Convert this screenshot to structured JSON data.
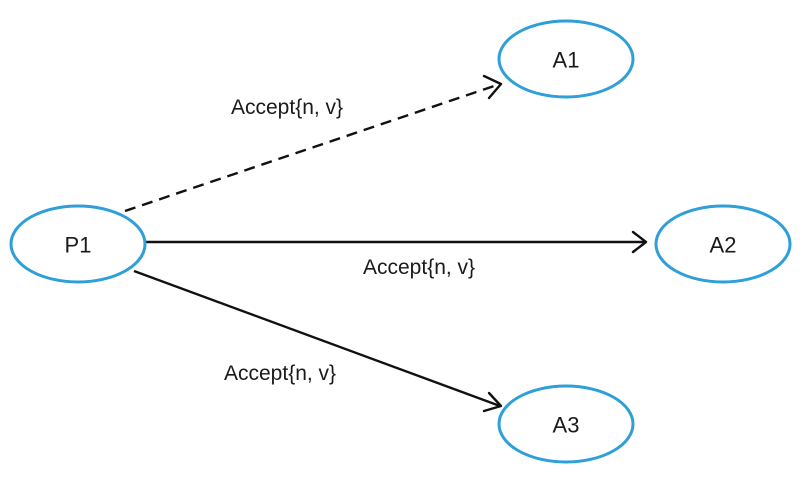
{
  "diagram": {
    "nodes": {
      "p1": "P1",
      "a1": "A1",
      "a2": "A2",
      "a3": "A3"
    },
    "edges": {
      "p1_a1": {
        "label": "Accept{n, v}",
        "style": "dashed"
      },
      "p1_a2": {
        "label": "Accept{n, v}",
        "style": "solid"
      },
      "p1_a3": {
        "label": "Accept{n, v}",
        "style": "solid"
      }
    },
    "colors": {
      "node_stroke": "#2e9fd8",
      "edge": "#111111",
      "text": "#1a1a1a"
    }
  }
}
